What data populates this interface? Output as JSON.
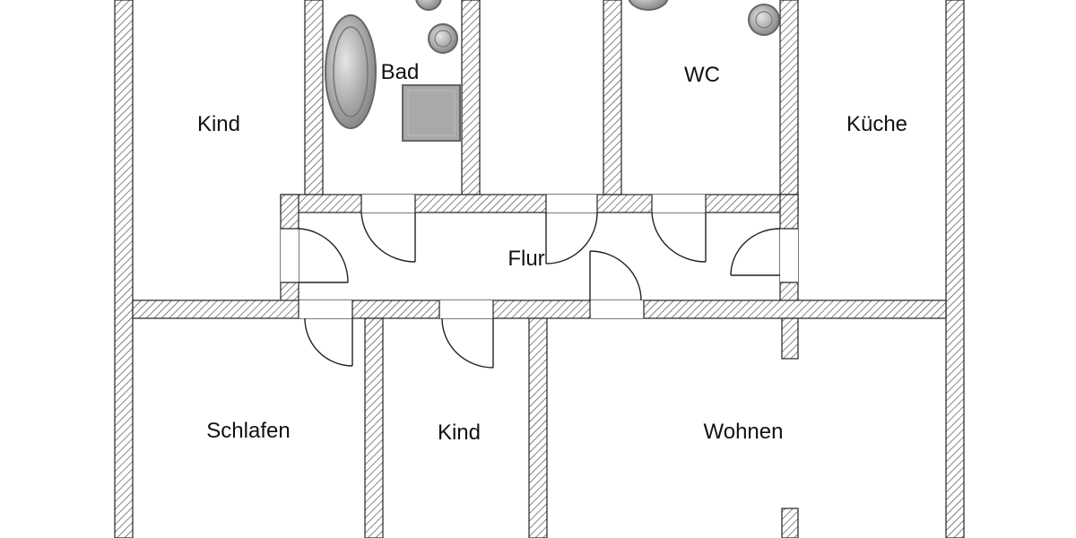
{
  "rooms": {
    "kind_top": "Kind",
    "bad": "Bad",
    "wc": "WC",
    "kueche": "Küche",
    "flur": "Flur",
    "schlafen": "Schlafen",
    "kind_bottom": "Kind",
    "wohnen": "Wohnen"
  },
  "colors": {
    "wall_hatch": "#333333",
    "wall_outline": "#222222",
    "fixture_fill": "#999999"
  },
  "fixtures": [
    "bathtub",
    "washbasin",
    "shower-tray",
    "toilet",
    "sink"
  ]
}
